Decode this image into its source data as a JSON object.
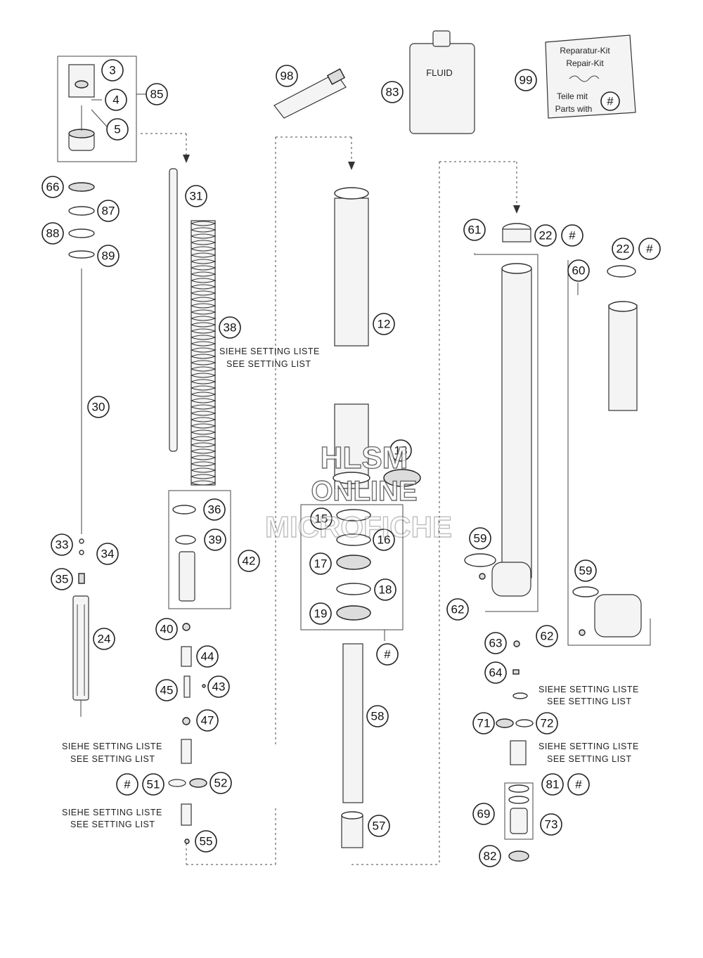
{
  "callouts": {
    "c3": "3",
    "c4": "4",
    "c5": "5",
    "c85": "85",
    "c66": "66",
    "c87": "87",
    "c88": "88",
    "c89": "89",
    "c30": "30",
    "c31": "31",
    "c38": "38",
    "c33": "33",
    "c34": "34",
    "c35": "35",
    "c24": "24",
    "c36": "36",
    "c39": "39",
    "c42": "42",
    "c40": "40",
    "c44": "44",
    "c45": "45",
    "c43": "43",
    "c47": "47",
    "c51": "51",
    "c52": "52",
    "c55": "55",
    "c98": "98",
    "c83": "83",
    "c99": "99",
    "c12": "12",
    "c13": "13",
    "c15": "15",
    "c16": "16",
    "c17": "17",
    "c18": "18",
    "c19": "19",
    "c58": "58",
    "c57": "57",
    "c61": "61",
    "c22a": "22",
    "c22b": "22",
    "c60": "60",
    "c59a": "59",
    "c59b": "59",
    "c62a": "62",
    "c62b": "62",
    "c63": "63",
    "c64": "64",
    "c71": "71",
    "c72": "72",
    "c81": "81",
    "c69": "69",
    "c73": "73",
    "c82": "82",
    "hash1": "#",
    "hash2": "#",
    "hash3": "#",
    "hash4": "#",
    "hash5": "#",
    "hash6": "#"
  },
  "notes": {
    "setting_de": "SIEHE SETTING LISTE",
    "setting_en": "SEE SETTING LIST"
  },
  "kit": {
    "line1": "Reparatur-Kit",
    "line2": "Repair-Kit",
    "line3": "Teile mit",
    "line4": "Parts with"
  },
  "fluid_label": "FLUID",
  "watermark": {
    "line1": "HLSM",
    "line2": "ONLINE",
    "line3": "MICROFICHE"
  }
}
